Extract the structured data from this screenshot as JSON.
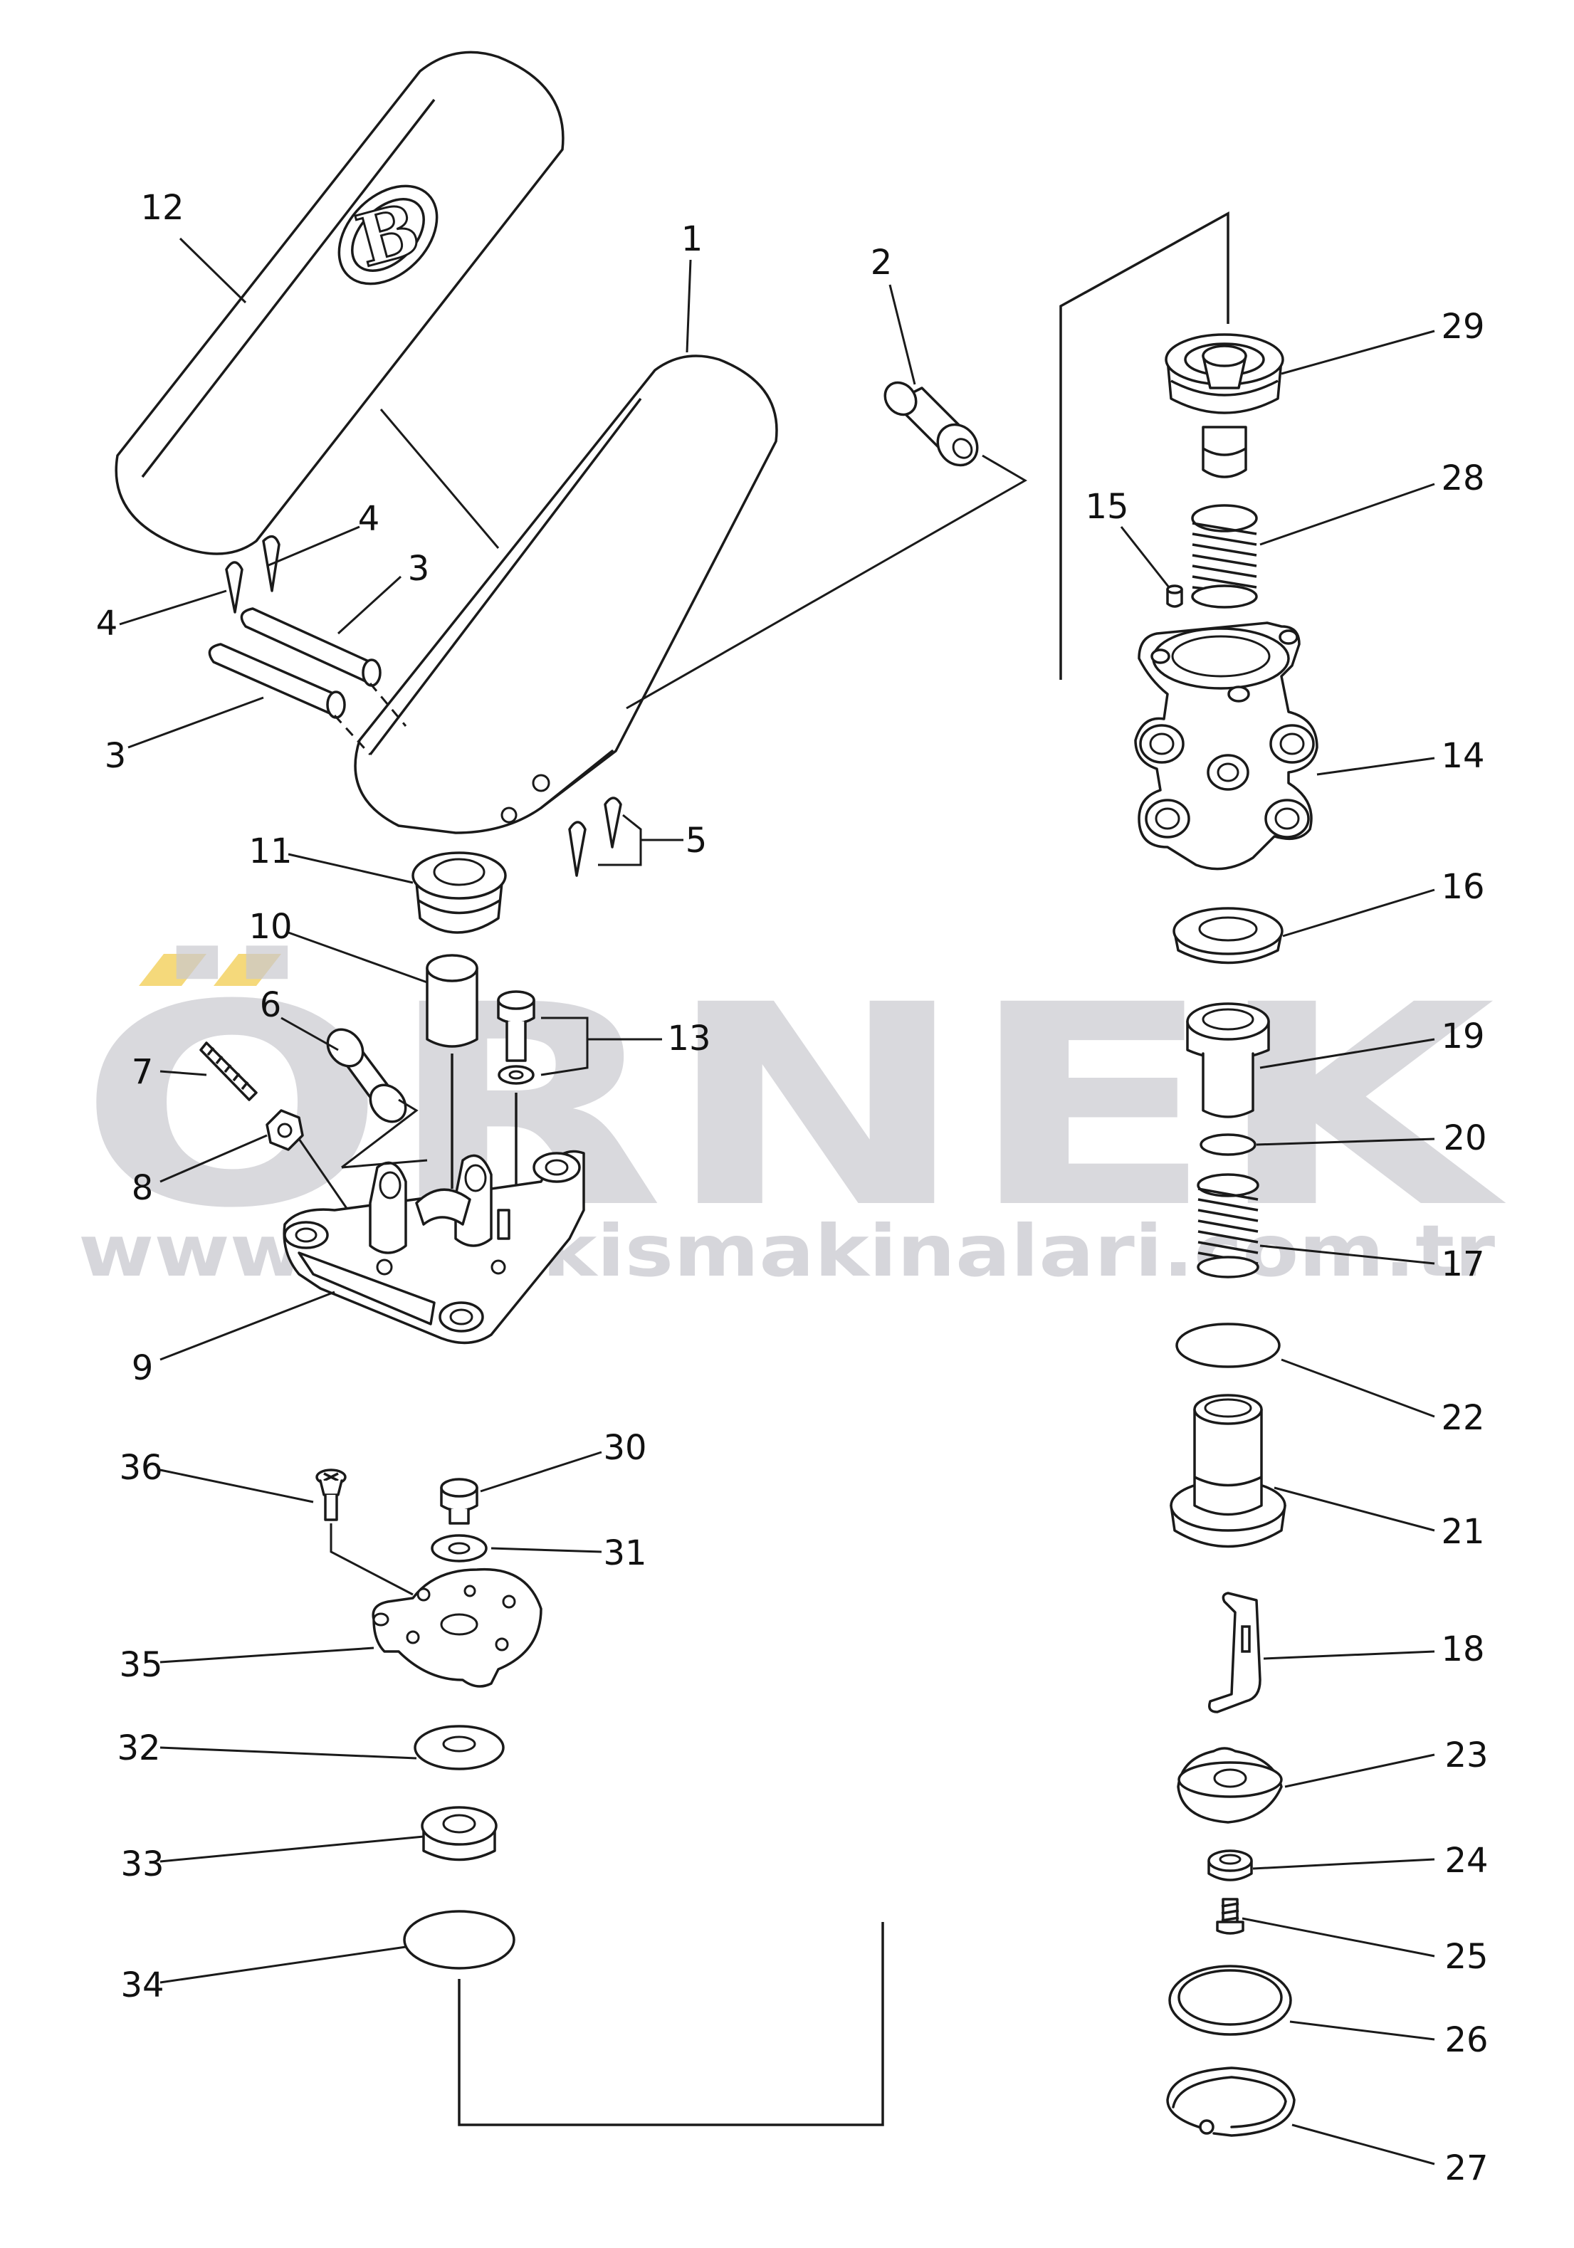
{
  "labels": [
    "1",
    "2",
    "3",
    "4",
    "5",
    "6",
    "7",
    "8",
    "9",
    "10",
    "11",
    "12",
    "13",
    "14",
    "15",
    "16",
    "17",
    "18",
    "19",
    "20",
    "21",
    "22",
    "23",
    "24",
    "25",
    "26",
    "27",
    "28",
    "29",
    "30",
    "31",
    "32",
    "33",
    "34",
    "35",
    "36"
  ],
  "watermark": {
    "brand": "ÖRNEK",
    "url": "www.ornekismakinalari.com.tr"
  },
  "logo": {
    "letter": "B"
  },
  "colors": {
    "line": "#1a1a1a",
    "watermark": "#c9c9cf",
    "accent": "#f2cf5a"
  }
}
